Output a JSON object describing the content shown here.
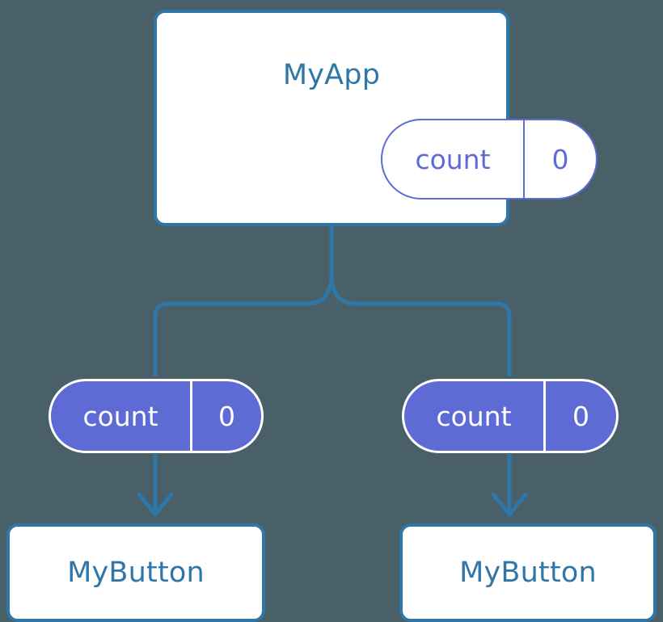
{
  "diagram": {
    "title": "React component tree with count state passed down as props",
    "background_color": "#4a6068",
    "colors": {
      "component_border": "#2e77a8",
      "component_text": "#2e77a8",
      "component_fill": "#ffffff",
      "state_accent": "#5f6bd4",
      "state_text_on_fill": "#ffffff",
      "connector": "#2e77a8"
    }
  },
  "root": {
    "name": "MyApp",
    "state": {
      "key": "count",
      "value": "0"
    }
  },
  "branches": [
    {
      "props": {
        "key": "count",
        "value": "0"
      },
      "child": {
        "name": "MyButton"
      }
    },
    {
      "props": {
        "key": "count",
        "value": "0"
      },
      "child": {
        "name": "MyButton"
      }
    }
  ]
}
